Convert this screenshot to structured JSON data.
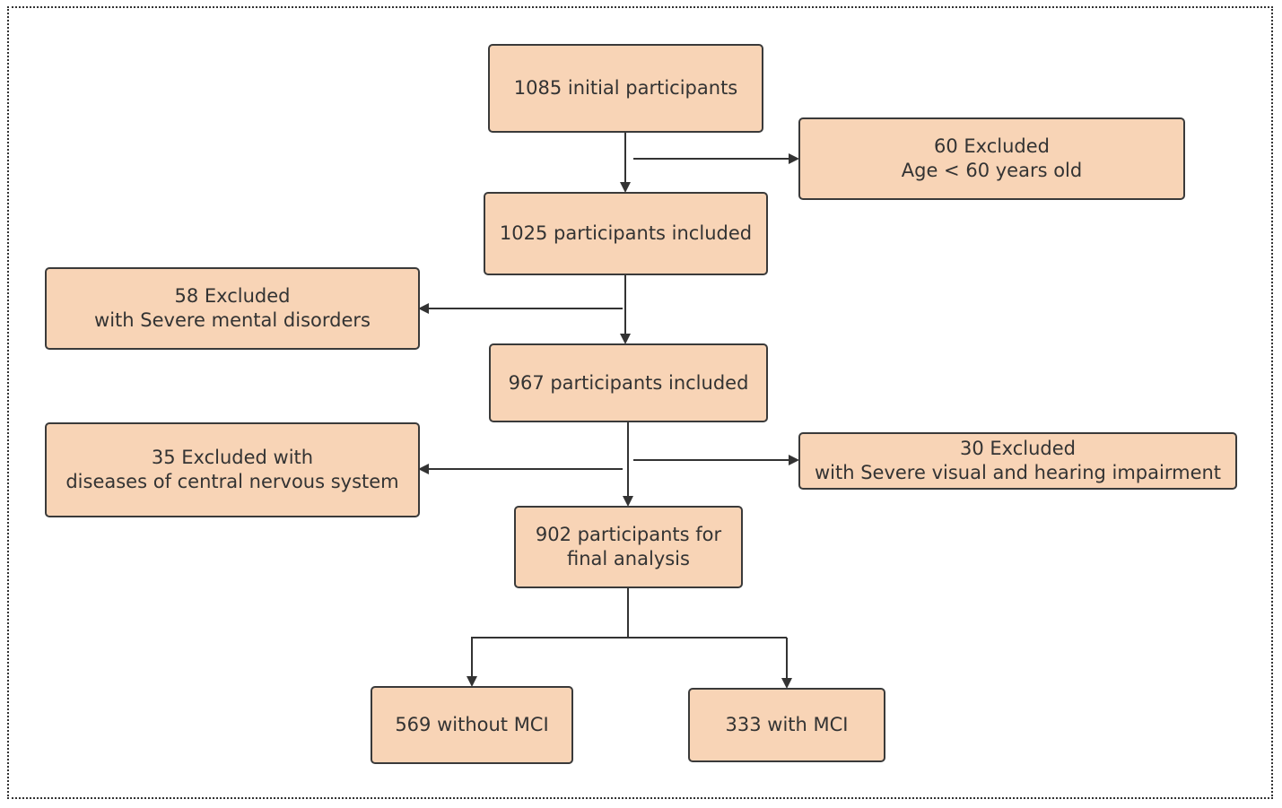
{
  "colors": {
    "box_fill": "#f8d4b6",
    "box_border": "#3a3a3a",
    "arrow": "#333333"
  },
  "nodes": {
    "initial": [
      "1085 initial participants"
    ],
    "excl_age": [
      "60 Excluded",
      "Age < 60 years old"
    ],
    "incl_1025": [
      "1025 participants included"
    ],
    "excl_mental": [
      "58 Excluded",
      "with Severe mental disorders"
    ],
    "incl_967": [
      "967 participants included"
    ],
    "excl_cns": [
      "35 Excluded with",
      "diseases of central nervous system"
    ],
    "excl_visual": [
      "30 Excluded",
      "with Severe visual and hearing impairment"
    ],
    "final": [
      "902 participants for",
      "final analysis"
    ],
    "no_mci": [
      "569 without MCI"
    ],
    "mci": [
      "333 with MCI"
    ]
  }
}
